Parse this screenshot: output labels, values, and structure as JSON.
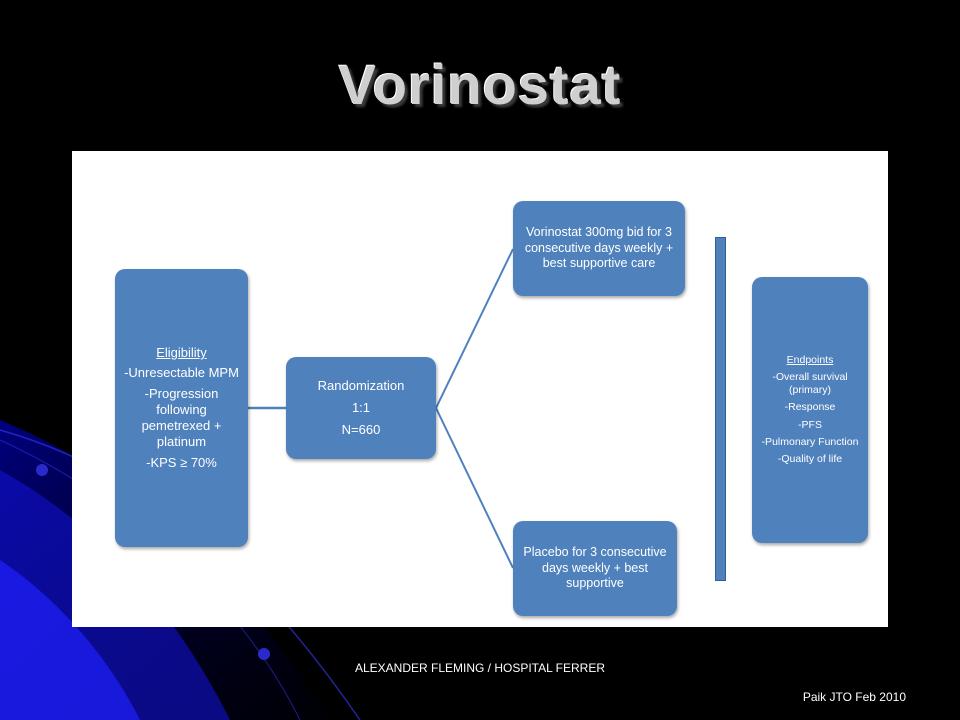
{
  "slide": {
    "title": "Vorinostat",
    "footer_center": "ALEXANDER FLEMING / HOSPITAL  FERRER",
    "footer_right": "Paik JTO Feb 2010"
  },
  "diagram": {
    "eligibility": {
      "heading": "Eligibility",
      "lines": [
        "-Unresectable MPM",
        "-Progression following pemetrexed + platinum",
        "-KPS ≥ 70%"
      ]
    },
    "randomization": {
      "lines": [
        "Randomization",
        "1:1",
        "N=660"
      ]
    },
    "arm_vorinostat": "Vorinostat 300mg bid for 3 consecutive days weekly + best supportive care",
    "arm_placebo": "Placebo for 3 consecutive days weekly + best supportive",
    "endpoints": {
      "heading": "Endpoints",
      "lines": [
        "-Overall survival (primary)",
        "-Response",
        "-PFS",
        "-Pulmonary Function",
        "-Quality of life"
      ]
    }
  },
  "colors": {
    "box_fill": "#4f81bd",
    "panel_bg": "#ffffff",
    "slide_bg": "#000000",
    "accent_blue": "#1a1aff"
  }
}
